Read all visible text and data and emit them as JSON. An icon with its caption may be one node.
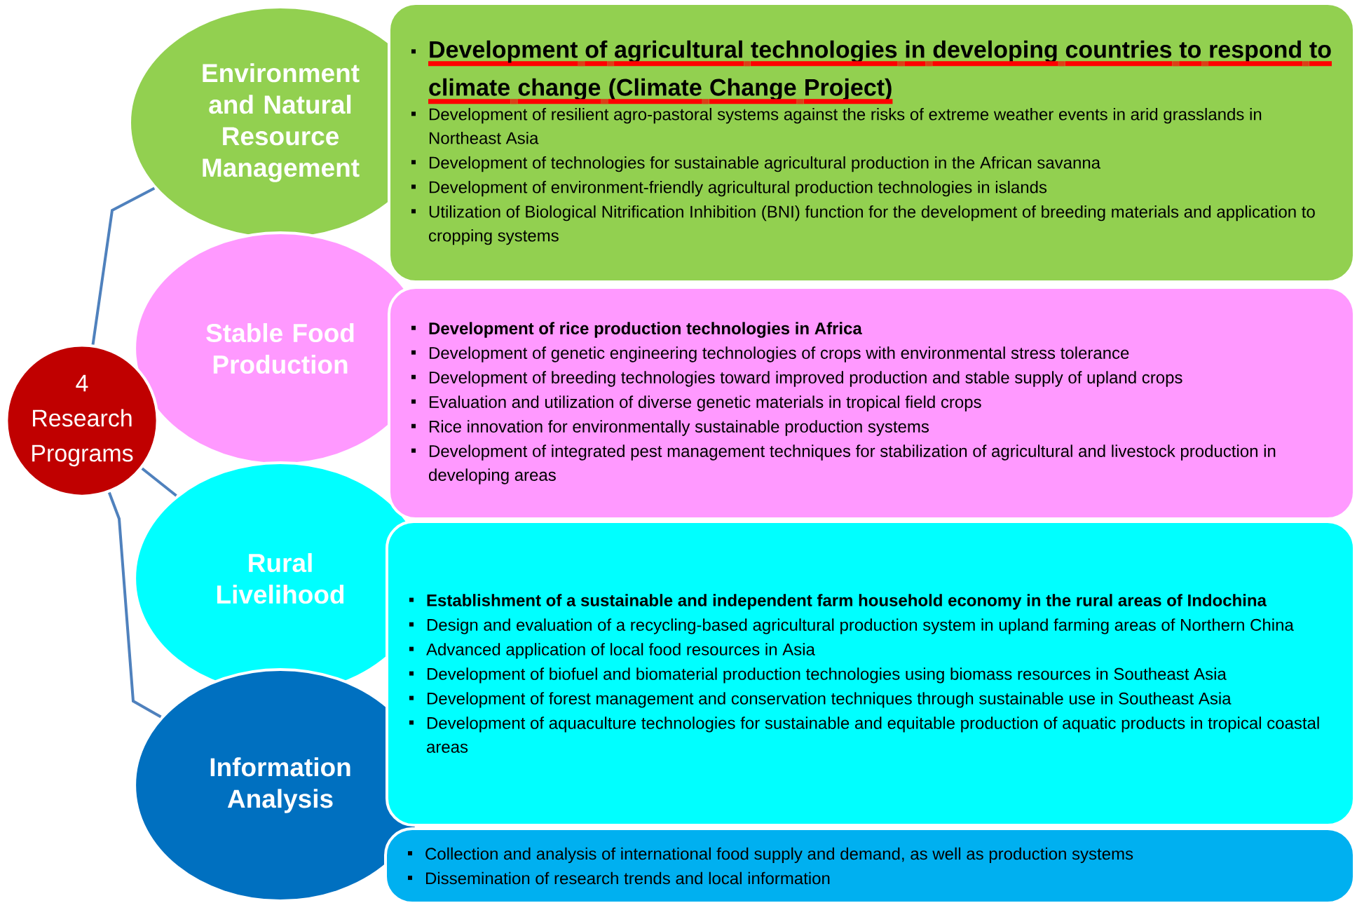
{
  "diagram": {
    "nodes": [
      {
        "text": [
          "4 Research Programs"
        ]
      },
      {
        "text": [
          "Environment and Natural Resource Management"
        ]
      },
      {
        "text": [
          "Development of agricultural technologies in developing countries to respond to climate change (Climate Change Project)",
          "Development of resilient agro-pastoral systems against the risks  of  extreme weather events in arid grasslands in  Northeast Asia",
          "Development of technologies for sustainable agricultural production in the African savanna",
          "Development of environment-friendly agricultural production technologies in islands",
          "Utilization of Biological Nitrification Inhibition (BNI) function for the  development of breeding materials and application to cropping  systems"
        ]
      },
      {
        "text": [
          "Stable Food Production"
        ]
      },
      {
        "text": [
          "Development of rice production technologies in Africa",
          "Development of genetic engineering technologies of crops with environmental stress tolerance",
          "Development of breeding technologies toward improved production and stable supply of upland crops",
          "Evaluation and utilization of diverse genetic materials in tropical field crops",
          "Rice innovation for environmentally sustainable production systems",
          "Development of integrated pest management techniques for stabilization of agricultural and livestock production in developing areas"
        ]
      },
      {
        "text": [
          "Rural Livelihood"
        ]
      },
      {
        "text": [
          "Establishment of a sustainable and independent farm household  economy in the rural areas of Indochina",
          "Design and evaluation of a recycling-based agricultural production system in upland farming areas of Northern China",
          "Advanced application of local food resources in Asia",
          "Development of biofuel and biomaterial production technologies  using biomass resources in Southeast Asia",
          "Development of forest management and conservation techniques through sustainable use in Southeast Asia",
          "Development of aquaculture technologies for sustainable  and equitable production of aquatic products in tropical  coastal areas"
        ]
      },
      {
        "text": [
          "Information Analysis"
        ]
      },
      {
        "text": [
          "Collection and analysis of international  food supply and demand, as well as production systems",
          "Dissemination of research trends and local information"
        ]
      }
    ],
    "edges": [
      {
        "from": 0,
        "to": 1,
        "arrow": "none"
      },
      {
        "from": 0,
        "to": 5,
        "arrow": "none"
      },
      {
        "from": 0,
        "to": 7,
        "arrow": "none"
      }
    ]
  }
}
